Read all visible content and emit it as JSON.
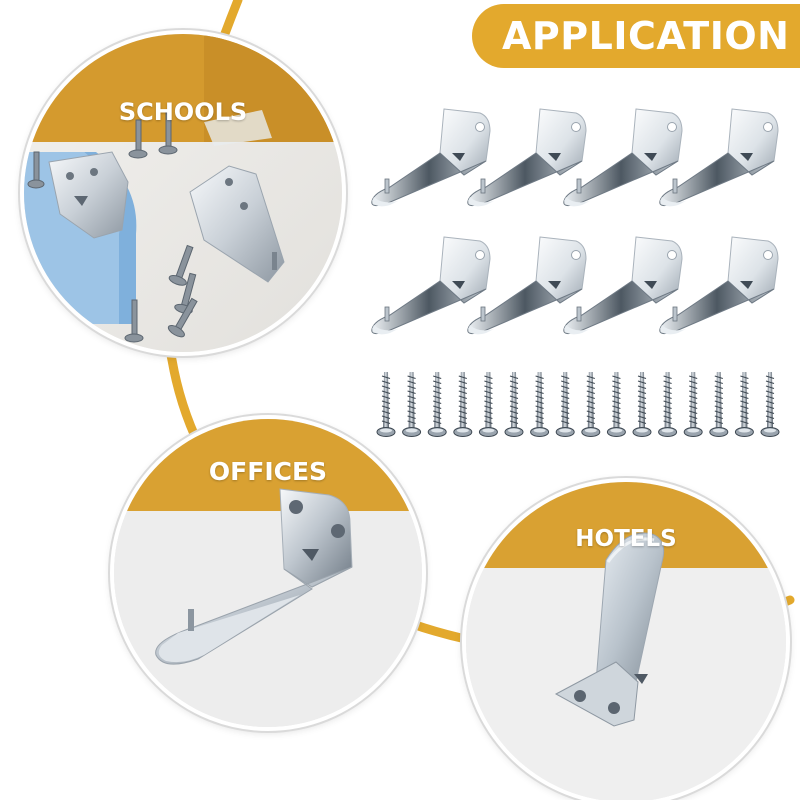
{
  "badge": {
    "title": "APPLICATION"
  },
  "scenes": [
    {
      "id": "schools",
      "label": "SCHOOLS"
    },
    {
      "id": "offices",
      "label": "OFFICES"
    },
    {
      "id": "hotels",
      "label": "HOTELS"
    }
  ],
  "product": {
    "bracket_count": 8,
    "screw_count": 16
  },
  "colors": {
    "accent": "#e3a92d",
    "band": "#d9a132",
    "metal_light": "#eef2f6",
    "metal_dark": "#4a5560",
    "background": "#ffffff"
  },
  "icons": [
    "l-bracket-icon",
    "screw-icon"
  ]
}
